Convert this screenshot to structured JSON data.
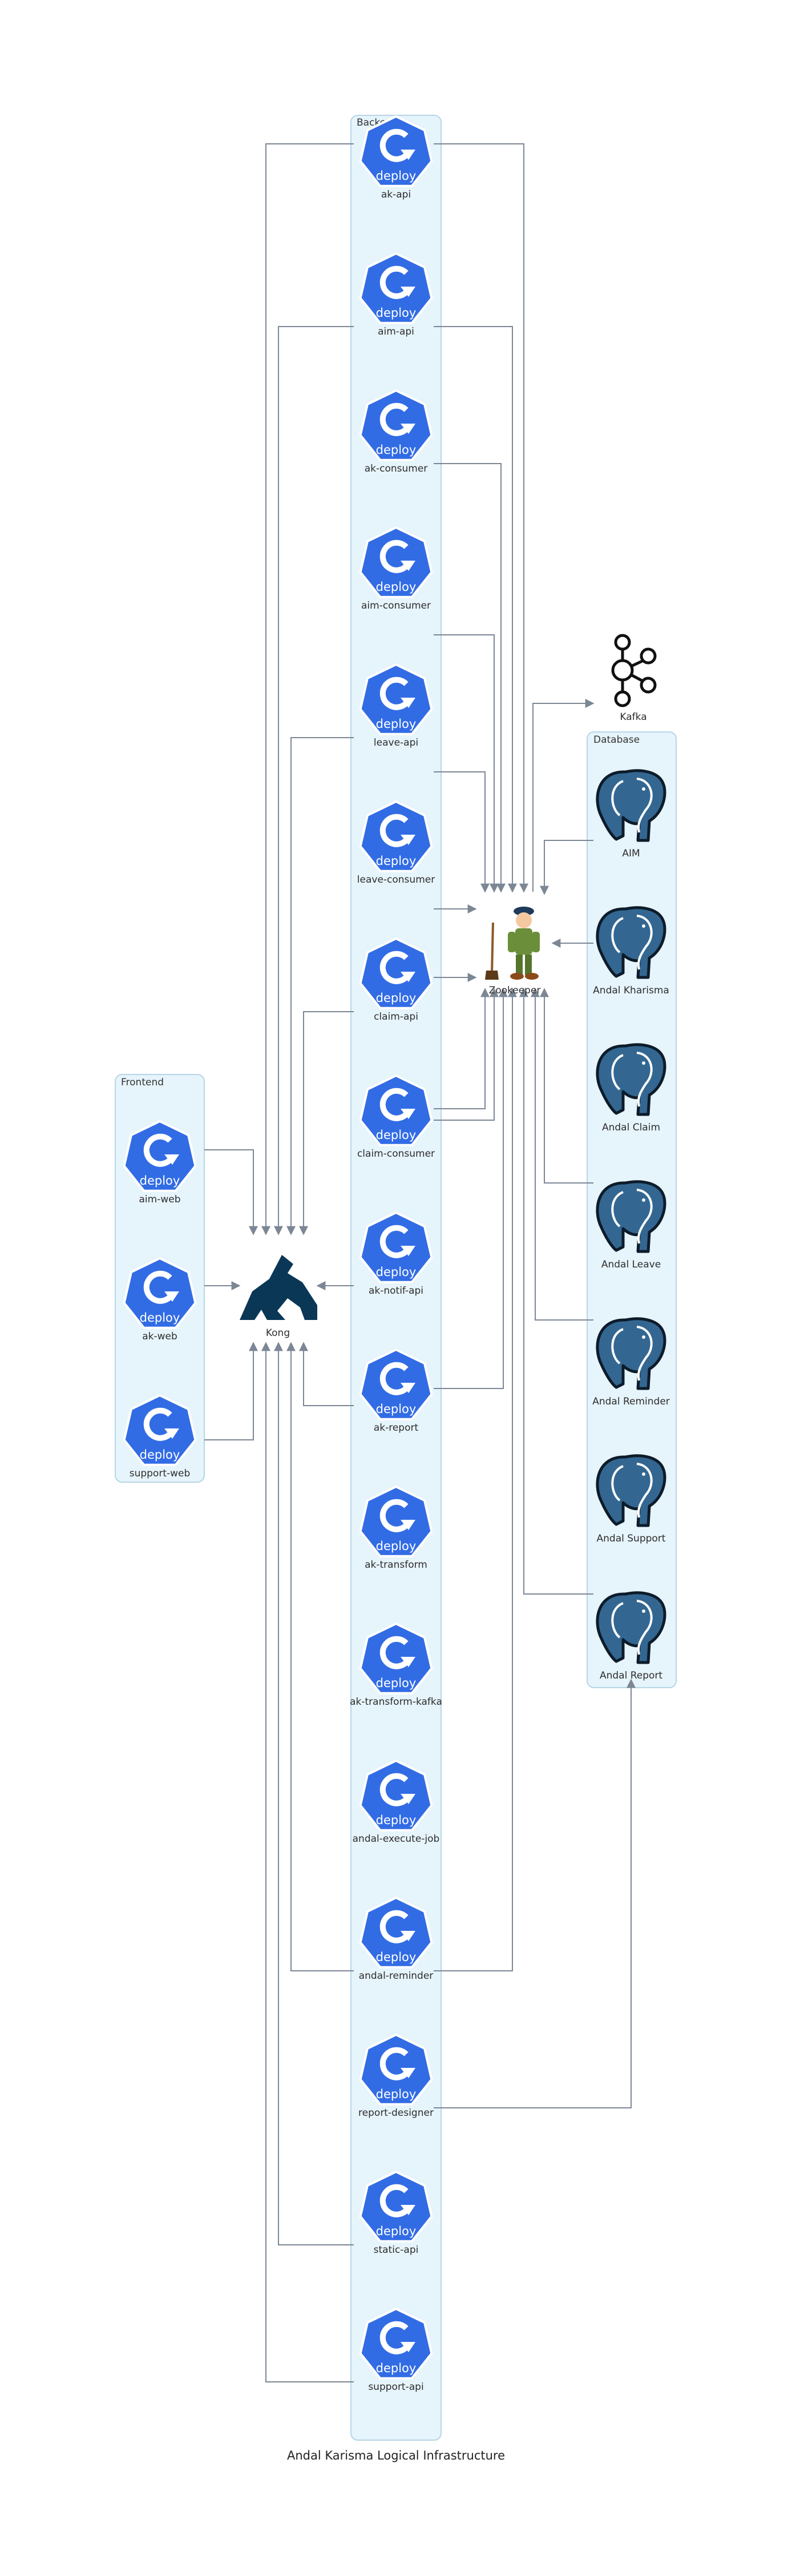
{
  "diagram": {
    "title": "Andal Karisma Logical Infrastructure",
    "clusters": {
      "backend": "Backend",
      "database": "Database",
      "frontend": "Frontend"
    },
    "deploy_badge": "deploy",
    "frontend_services": [
      "aim-web",
      "ak-web",
      "support-web"
    ],
    "backend_services": [
      "ak-api",
      "aim-api",
      "ak-consumer",
      "aim-consumer",
      "leave-api",
      "leave-consumer",
      "claim-api",
      "claim-consumer",
      "ak-notif-api",
      "ak-report",
      "ak-transform",
      "ak-transform-kafka",
      "andal-execute-job",
      "andal-reminder",
      "report-designer",
      "static-api",
      "support-api"
    ],
    "databases": [
      "AIM",
      "Andal Kharisma",
      "Andal Claim",
      "Andal Leave",
      "Andal Reminder",
      "Andal Support",
      "Andal Report"
    ],
    "gateway": "Kong",
    "coordinator": "Zookeeper",
    "broker": "Kafka",
    "colors": {
      "k8s_blue": "#326ce5",
      "postgres_blue": "#336791",
      "kong_navy": "#0b3756",
      "cluster_fill": "#e6f4fb",
      "edge_gray": "#7c8795"
    },
    "icons": {
      "service": "kubernetes-deploy-icon",
      "database": "postgresql-elephant-icon",
      "gateway": "kong-gorilla-icon",
      "coordinator": "zookeeper-keeper-icon",
      "broker": "kafka-icon"
    }
  }
}
